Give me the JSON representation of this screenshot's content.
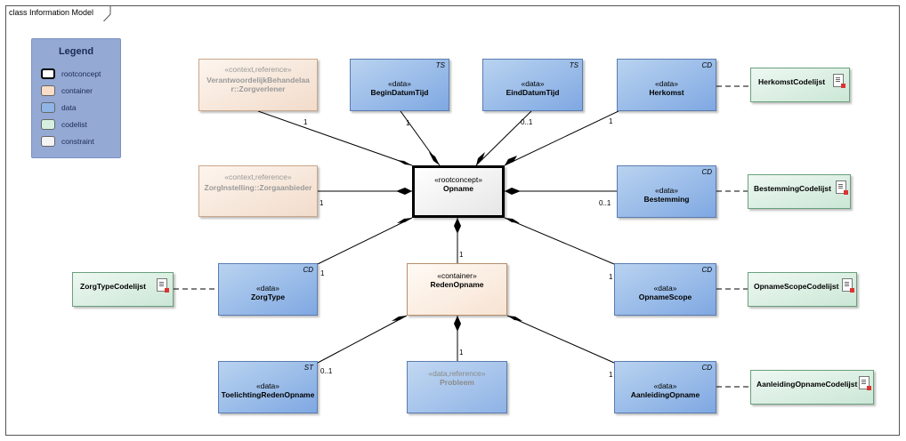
{
  "diagram": {
    "title": "class Information Model"
  },
  "legend": {
    "title": "Legend",
    "items": [
      {
        "label": "rootconcept",
        "color": "#ffffff"
      },
      {
        "label": "container",
        "color": "#f8ddc8"
      },
      {
        "label": "data",
        "color": "#8fb5e8"
      },
      {
        "label": "codelist",
        "color": "#d6efdf"
      },
      {
        "label": "constraint",
        "color": "#f4f4f4"
      }
    ]
  },
  "nodes": {
    "verantwoordelijk": {
      "stereotype": "«context,reference»",
      "name": "VerantwoordelijkBehandelaar::Zorgverlener"
    },
    "zorginstelling": {
      "stereotype": "«context,reference»",
      "name": "ZorgInstelling::Zorgaanbieder"
    },
    "begindatumtijd": {
      "stereotype": "«data»",
      "name": "BeginDatumTijd",
      "type": "TS"
    },
    "einddatumtijd": {
      "stereotype": "«data»",
      "name": "EindDatumTijd",
      "type": "TS"
    },
    "herkomst": {
      "stereotype": "«data»",
      "name": "Herkomst",
      "type": "CD"
    },
    "opname": {
      "stereotype": "«rootconcept»",
      "name": "Opname"
    },
    "bestemming": {
      "stereotype": "«data»",
      "name": "Bestemming",
      "type": "CD"
    },
    "zorgtype": {
      "stereotype": "«data»",
      "name": "ZorgType",
      "type": "CD"
    },
    "redenopname": {
      "stereotype": "«container»",
      "name": "RedenOpname"
    },
    "opnamescope": {
      "stereotype": "«data»",
      "name": "OpnameScope",
      "type": "CD"
    },
    "toelichting": {
      "stereotype": "«data»",
      "name": "ToelichtingRedenOpname",
      "type": "ST"
    },
    "probleem": {
      "stereotype": "«data,reference»",
      "name": "Probleem"
    },
    "aanleiding": {
      "stereotype": "«data»",
      "name": "AanleidingOpname",
      "type": "CD"
    }
  },
  "codelists": {
    "herkomst": "HerkomstCodelijst",
    "bestemming": "BestemmingCodelijst",
    "zorgtype": "ZorgTypeCodelijst",
    "opnamescope": "OpnameScopeCodelijst",
    "aanleiding": "AanleidingOpnameCodelijst"
  },
  "multiplicities": {
    "verantwoordelijk": "1",
    "begindatumtijd": "1",
    "einddatumtijd": "0..1",
    "herkomst": "1",
    "zorginstelling": "1",
    "bestemming": "0..1",
    "zorgtype": "1",
    "redenopname": "1",
    "opnamescope": "1",
    "toelichting": "0..1",
    "probleem": "1",
    "aanleiding": "1"
  }
}
